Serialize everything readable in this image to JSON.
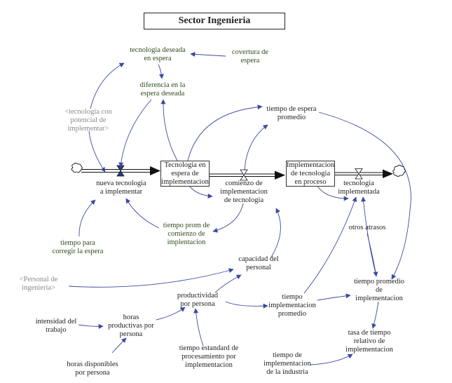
{
  "title": "Sector Ingenieria",
  "colors": {
    "link": "#3a4aa0",
    "flow": "#111111",
    "text": "#1e1e1e",
    "green_text": "#2f4a1e",
    "shadow_text": "#8a8a8a"
  },
  "stocks": [
    {
      "id": "tecnologia-en-espera",
      "label": "Tecnologia en\nespera de\nimplementacion"
    },
    {
      "id": "implementacion-en-proceso",
      "label": "Implementacion\nde tecnologia\nen proceso"
    }
  ],
  "flows": [
    {
      "id": "nueva-tecnologia",
      "label": "nueva tecnologia\na implementar"
    },
    {
      "id": "comienzo-implementacion",
      "label": "comienzo de\nimplementacion\nde tecnologia"
    },
    {
      "id": "tecnologia-implementada",
      "label": "tecnologia\nimplementada"
    }
  ],
  "variables": [
    {
      "id": "tecnologia-deseada",
      "label": "tecnologia deseada\nen espera",
      "style": "green"
    },
    {
      "id": "covertura-espera",
      "label": "covertura de\nespera",
      "style": "green"
    },
    {
      "id": "diferencia-espera",
      "label": "diferencia en la\nespera deseada",
      "style": "green"
    },
    {
      "id": "tecnologia-potencial",
      "label": "<tecnologia con\npotencial de\nimplementar>",
      "style": "gray"
    },
    {
      "id": "tiempo-espera-promedio",
      "label": "tiempo de espera\npromedio",
      "style": "normal"
    },
    {
      "id": "tiempo-prom-comienzo",
      "label": "tiempo prom de\ncomienzo de\nimplentacion",
      "style": "green"
    },
    {
      "id": "tiempo-corregir",
      "label": "tiempo para\ncorregir la espera",
      "style": "green"
    },
    {
      "id": "otros-atrasos",
      "label": "otros atrasos",
      "style": "normal"
    },
    {
      "id": "capacidad-personal",
      "label": "capacidad del\npersonal",
      "style": "normal"
    },
    {
      "id": "personal-ingenieria",
      "label": "<Personal de\ningenieria>",
      "style": "gray"
    },
    {
      "id": "productividad",
      "label": "productividad\npor persona",
      "style": "normal"
    },
    {
      "id": "tiempo-impl-promedio",
      "label": "tiempo\nimplementacion\npromedio",
      "style": "normal"
    },
    {
      "id": "tiempo-promedio-impl",
      "label": "tiempo promedio\nde\nimplementacion",
      "style": "normal"
    },
    {
      "id": "intensidad-trabajo",
      "label": "intensidad del\ntrabajo",
      "style": "normal"
    },
    {
      "id": "horas-productivas",
      "label": "horas\nproductivas por\npersona",
      "style": "normal"
    },
    {
      "id": "tasa-tiempo-relativo",
      "label": "tasa de tiempo\nrelativo de\nimplementacion",
      "style": "normal"
    },
    {
      "id": "horas-disponibles",
      "label": "horas disponibles\npor persona",
      "style": "normal"
    },
    {
      "id": "tiempo-estandar",
      "label": "tiempo estandard de\nprocesamiento por\nimplementacion",
      "style": "normal"
    },
    {
      "id": "tiempo-industria",
      "label": "tiempo de\nimplementacion\nde la industria",
      "style": "normal"
    }
  ],
  "links": [
    {
      "from": "covertura-espera",
      "to": "tecnologia-deseada"
    },
    {
      "from": "tecnologia-deseada",
      "to": "diferencia-espera"
    },
    {
      "from": "tecnologia-en-espera",
      "to": "diferencia-espera"
    },
    {
      "from": "diferencia-espera",
      "to": "nueva-tecnologia"
    },
    {
      "from": "tecnologia-potencial",
      "to": "tecnologia-deseada"
    },
    {
      "from": "tecnologia-potencial",
      "to": "nueva-tecnologia"
    },
    {
      "from": "tecnologia-en-espera",
      "to": "tiempo-espera-promedio"
    },
    {
      "from": "comienzo-implementacion",
      "to": "tiempo-espera-promedio"
    },
    {
      "from": "tiempo-espera-promedio",
      "to": "tiempo-promedio-impl"
    },
    {
      "from": "tecnologia-en-espera",
      "to": "comienzo-implementacion"
    },
    {
      "from": "comienzo-implementacion",
      "to": "tiempo-prom-comienzo"
    },
    {
      "from": "tiempo-prom-comienzo",
      "to": "nueva-tecnologia"
    },
    {
      "from": "tiempo-corregir",
      "to": "nueva-tecnologia"
    },
    {
      "from": "capacidad-personal",
      "to": "comienzo-implementacion"
    },
    {
      "from": "implementacion-en-proceso",
      "to": "tecnologia-implementada"
    },
    {
      "from": "tiempo-impl-promedio",
      "to": "tecnologia-implementada"
    },
    {
      "from": "tiempo-promedio-impl",
      "to": "tecnologia-implementada"
    },
    {
      "from": "otros-atrasos",
      "to": "tiempo-promedio-impl"
    },
    {
      "from": "personal-ingenieria",
      "to": "capacidad-personal"
    },
    {
      "from": "productividad",
      "to": "capacidad-personal"
    },
    {
      "from": "productividad",
      "to": "tiempo-impl-promedio"
    },
    {
      "from": "tiempo-impl-promedio",
      "to": "tiempo-promedio-impl"
    },
    {
      "from": "tiempo-promedio-impl",
      "to": "tasa-tiempo-relativo"
    },
    {
      "from": "intensidad-trabajo",
      "to": "horas-productivas"
    },
    {
      "from": "horas-disponibles",
      "to": "horas-productivas"
    },
    {
      "from": "horas-productivas",
      "to": "productividad"
    },
    {
      "from": "tiempo-estandar",
      "to": "productividad"
    },
    {
      "from": "tiempo-industria",
      "to": "tasa-tiempo-relativo"
    }
  ]
}
